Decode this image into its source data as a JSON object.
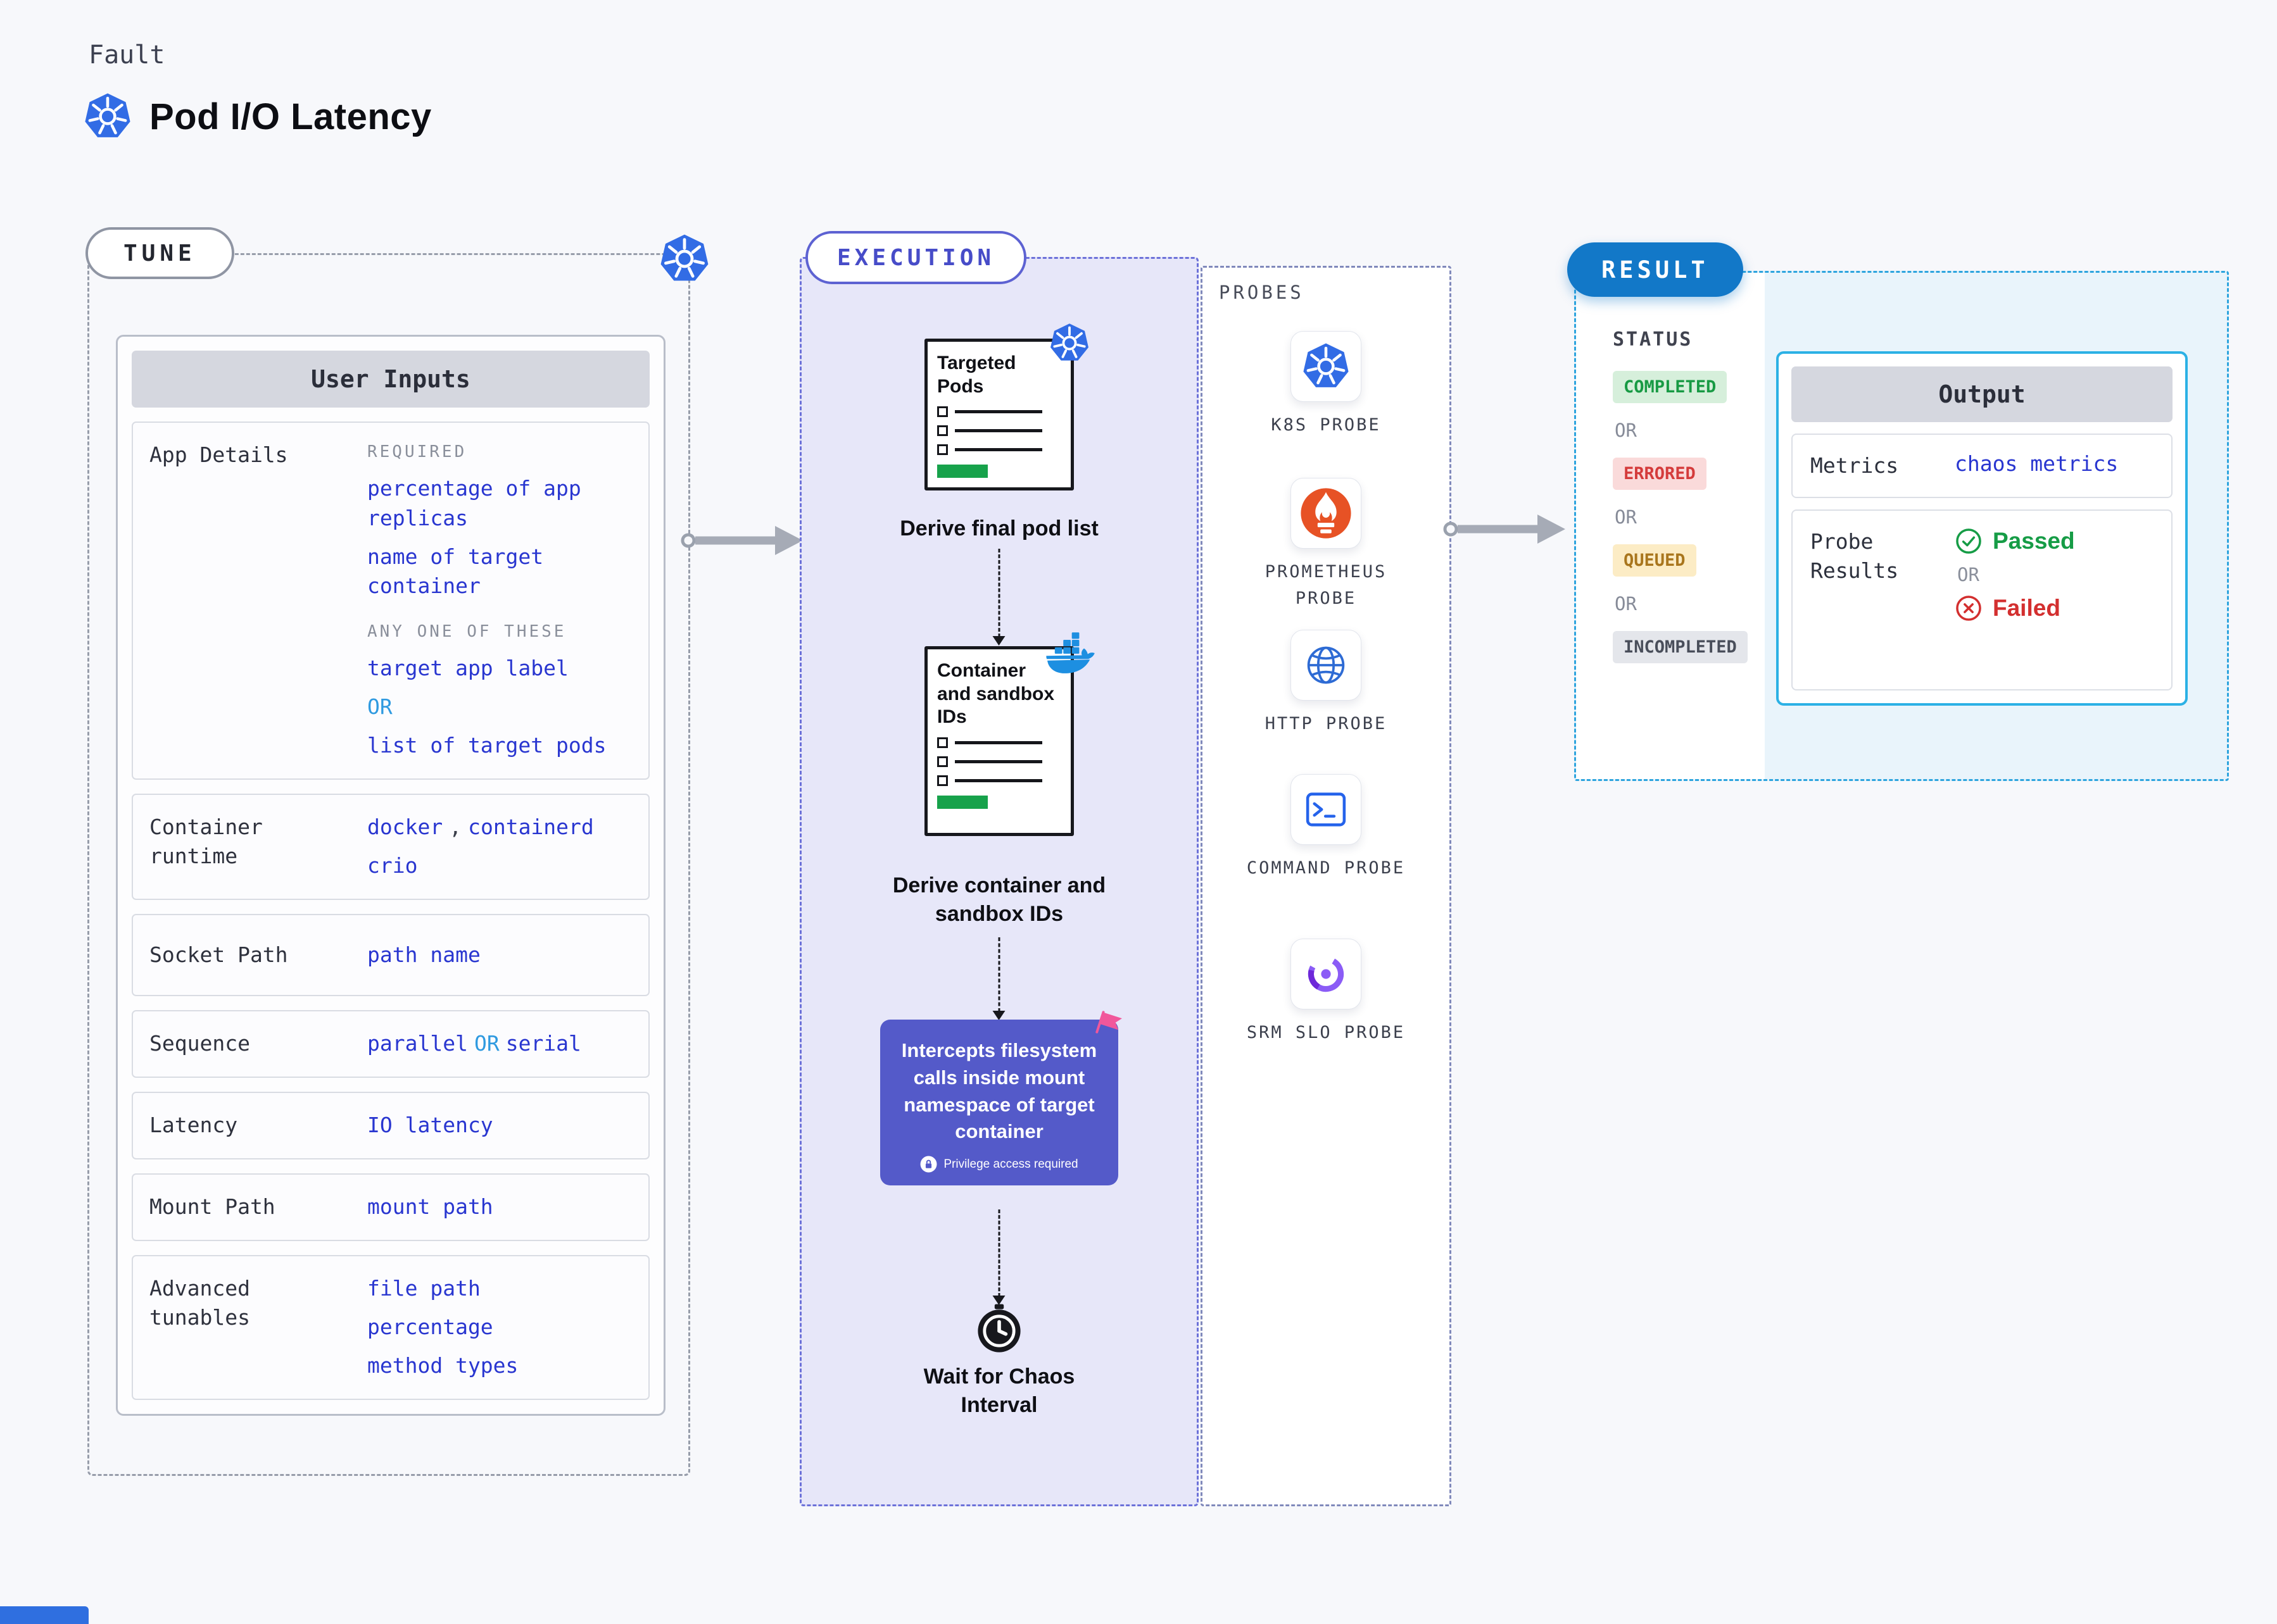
{
  "header": {
    "eyebrow": "Fault",
    "title": "Pod I/O Latency"
  },
  "tune": {
    "label": "TUNE",
    "card_title": "User Inputs",
    "app_details": {
      "label": "App Details",
      "required_heading": "REQUIRED",
      "required_items": [
        "percentage of app replicas",
        "name of target container"
      ],
      "anyone_heading": "ANY ONE OF THESE",
      "anyone_item_1": "target app label",
      "anyone_or": "OR",
      "anyone_item_2": "list of target pods"
    },
    "container_runtime": {
      "label": "Container runtime",
      "value_1": "docker",
      "separator": ",",
      "value_2": "containerd",
      "value_3": "crio"
    },
    "socket_path": {
      "label": "Socket Path",
      "value": "path name"
    },
    "sequence": {
      "label": "Sequence",
      "value_1": "parallel",
      "or": "OR",
      "value_2": "serial"
    },
    "latency": {
      "label": "Latency",
      "value": "IO latency"
    },
    "mount_path": {
      "label": "Mount Path",
      "value": "mount path"
    },
    "advanced_tunables": {
      "label": "Advanced tunables",
      "values": [
        "file path",
        "percentage",
        "method types"
      ]
    }
  },
  "execution": {
    "label": "EXECUTION",
    "step1": {
      "doc_title": "Targeted Pods",
      "caption": "Derive final pod list"
    },
    "step2": {
      "doc_title": "Container and sandbox IDs",
      "caption": "Derive container and sandbox IDs"
    },
    "intercept": {
      "text": "Intercepts filesystem calls inside mount namespace of target container",
      "badge": "Privilege access required"
    },
    "wait_caption": "Wait for Chaos Interval"
  },
  "probes": {
    "label": "PROBES",
    "items": [
      {
        "name": "K8S PROBE",
        "icon": "kubernetes-icon"
      },
      {
        "name": "PROMETHEUS PROBE",
        "icon": "prometheus-icon"
      },
      {
        "name": "HTTP PROBE",
        "icon": "globe-icon"
      },
      {
        "name": "COMMAND PROBE",
        "icon": "terminal-icon"
      },
      {
        "name": "SRM SLO PROBE",
        "icon": "slo-icon"
      }
    ]
  },
  "result": {
    "label": "RESULT",
    "status_heading": "STATUS",
    "statuses": [
      {
        "text": "COMPLETED",
        "variant": "success"
      },
      {
        "text": "OR",
        "variant": "or"
      },
      {
        "text": "ERRORED",
        "variant": "error"
      },
      {
        "text": "OR",
        "variant": "or"
      },
      {
        "text": "QUEUED",
        "variant": "queued"
      },
      {
        "text": "OR",
        "variant": "or"
      },
      {
        "text": "INCOMPLETED",
        "variant": "neutral"
      }
    ],
    "output": {
      "title": "Output",
      "metrics_label": "Metrics",
      "metrics_value": "chaos metrics",
      "probe_results_label": "Probe Results",
      "passed_label": "Passed",
      "or_label": "OR",
      "failed_label": "Failed"
    }
  },
  "colors": {
    "value_blue": "#2936d0",
    "or_blue": "#2f9ae0",
    "execution_purple": "#545ac9",
    "result_blue": "#1278c8",
    "success_green": "#169c46",
    "error_red": "#d32f2f",
    "kubernetes_blue": "#326ce5"
  }
}
